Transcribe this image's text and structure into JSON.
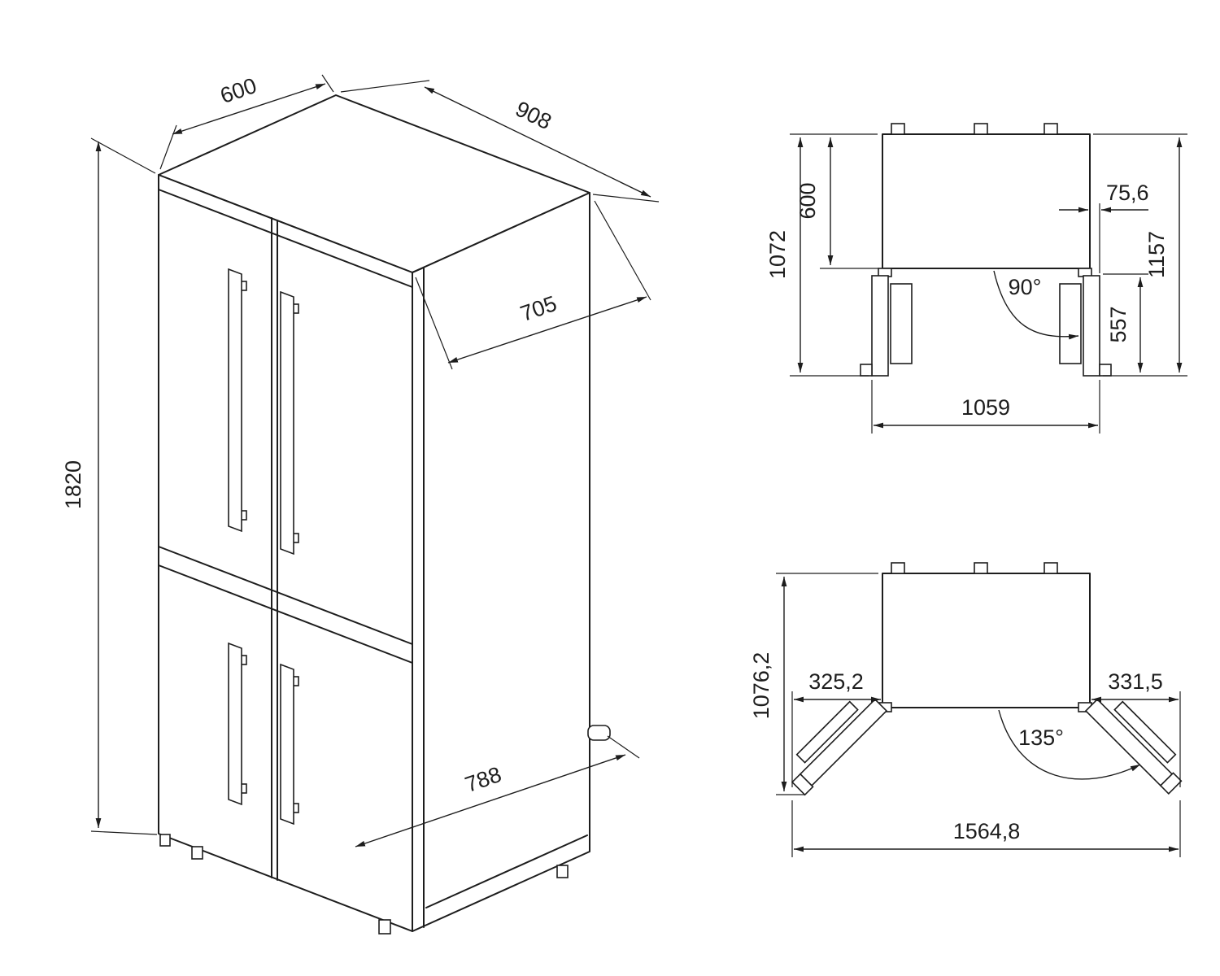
{
  "drawing": {
    "background": "#ffffff",
    "line_color": "#1d1d1d"
  },
  "views": {
    "isometric": {
      "name": "refrigerator-isometric-view",
      "dims": {
        "depth_top": "600",
        "width_top": "908",
        "depth_mid": "705",
        "height": "1820",
        "depth_bottom": "788"
      }
    },
    "top_90": {
      "name": "top-view-doors-open-90",
      "dims": {
        "depth_open": "1072",
        "cabinet_depth": "600",
        "door_protrusion": "75,6",
        "depth_incl_handles": "1157",
        "open_angle": "90°",
        "door_open_width": "557",
        "overall_width": "1059"
      }
    },
    "top_135": {
      "name": "top-view-doors-open-135",
      "dims": {
        "depth_open": "1076,2",
        "left_door_extension": "325,2",
        "right_door_extension": "331,5",
        "open_angle": "135°",
        "overall_width": "1564,8"
      }
    }
  }
}
